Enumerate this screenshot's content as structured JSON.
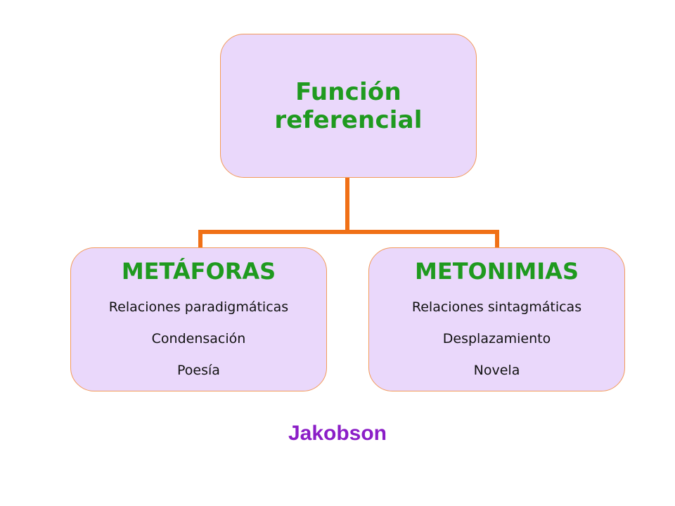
{
  "diagram": {
    "root": {
      "title": "Función referencial"
    },
    "children": [
      {
        "title": "METÁFORAS",
        "items": [
          "Relaciones paradigmáticas",
          "Condensación",
          "Poesía"
        ]
      },
      {
        "title": "METONIMIAS",
        "items": [
          "Relaciones sintagmáticas",
          "Desplazamiento",
          "Novela"
        ]
      }
    ],
    "caption": "Jakobson"
  },
  "colors": {
    "box_fill": "#ead8fb",
    "box_border": "#f39a5a",
    "connector": "#f07016",
    "title_text": "#1f9a1f",
    "caption_text": "#8b1ec7"
  }
}
